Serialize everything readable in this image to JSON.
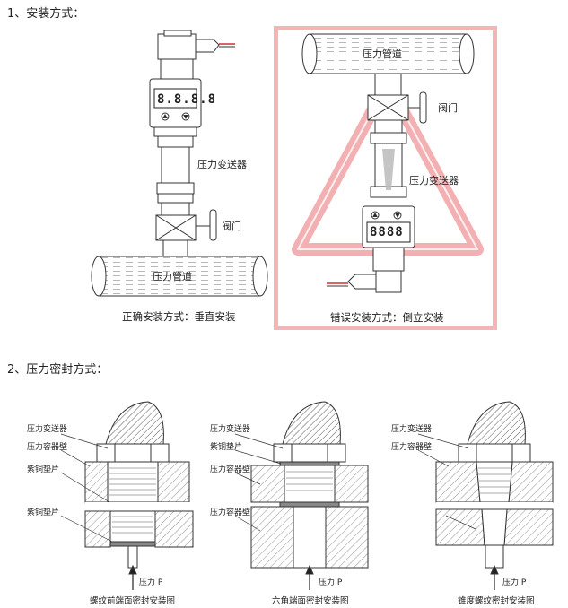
{
  "section1": {
    "heading": "1、安装方式：",
    "correct": {
      "display": "8.8.8.8",
      "transmitter_label": "压力变送器",
      "valve_label": "阀门",
      "pipe_label": "压力管道",
      "caption": "正确安装方式：垂直安装"
    },
    "wrong": {
      "display": "8888",
      "transmitter_label": "压力变送器",
      "valve_label": "阀门",
      "pipe_label": "压力管道",
      "caption": "错误安装方式：倒立安装"
    }
  },
  "section2": {
    "heading": "2、压力密封方式：",
    "diagrams": [
      {
        "labels": [
          "压力变送器",
          "压力容器壁",
          "紫铜垫片",
          "紫铜垫片"
        ],
        "pressure": "压力 P",
        "caption": "螺纹前端面密封安装图"
      },
      {
        "labels": [
          "压力变送器",
          "紫铜垫片",
          "压力容器壁",
          "压力容器壁"
        ],
        "pressure": "压力 P",
        "caption": "六角端面密封安装图"
      },
      {
        "labels": [
          "压力变送器",
          "压力容器壁"
        ],
        "pressure": "压力 P",
        "caption": "锥度螺纹密封安装图"
      }
    ]
  }
}
